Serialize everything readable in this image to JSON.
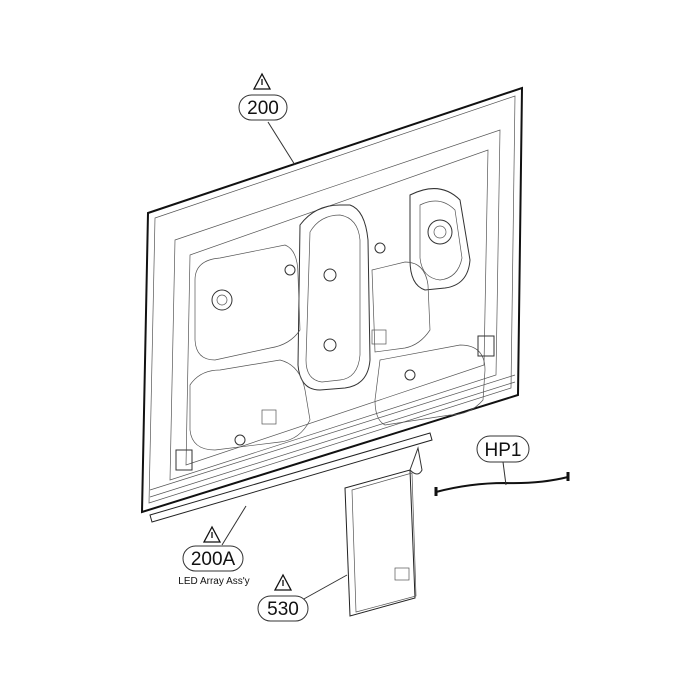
{
  "callouts": [
    {
      "id": "200",
      "label": "200",
      "warning": true
    },
    {
      "id": "200A",
      "label": "200A",
      "caption": "LED Array Ass'y",
      "warning": true
    },
    {
      "id": "530",
      "label": "530",
      "warning": true
    },
    {
      "id": "HP1",
      "label": "HP1",
      "warning": false
    }
  ],
  "icons": {
    "warning": "warning-triangle-icon"
  }
}
